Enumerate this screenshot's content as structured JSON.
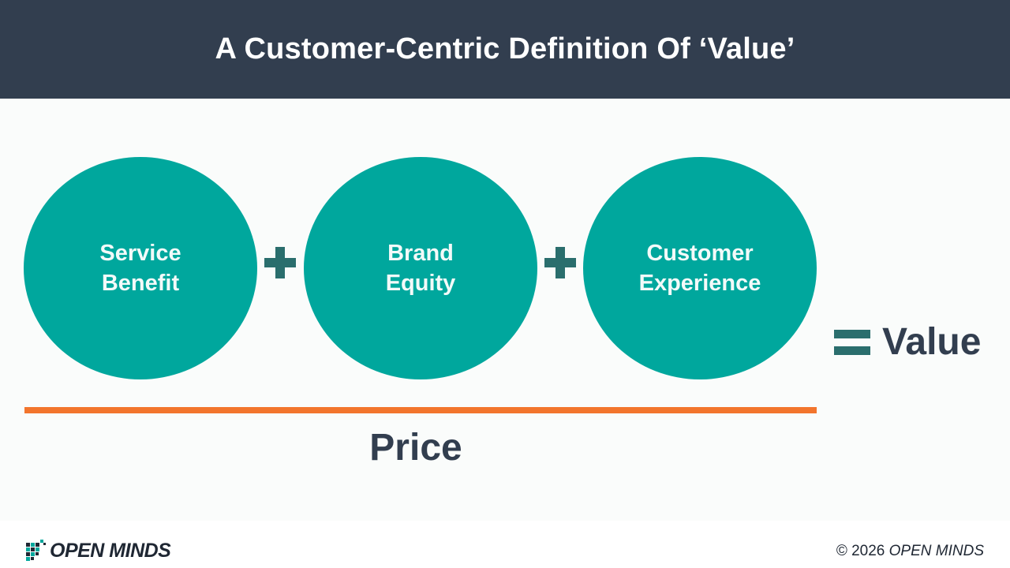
{
  "slide": {
    "title": "A Customer-Centric Definition Of ‘Value’"
  },
  "equation": {
    "terms": [
      {
        "label": "Service\nBenefit"
      },
      {
        "label": "Brand\nEquity"
      },
      {
        "label": "Customer\nExperience"
      }
    ],
    "operators": [
      "plus-icon",
      "plus-icon",
      "equals-icon"
    ],
    "result": "Value",
    "denominator": "Price"
  },
  "footer": {
    "logo_text": "OPEN MINDS",
    "copyright_prefix": "© 2026 ",
    "copyright_brand": "OPEN MINDS"
  },
  "colors": {
    "header_bg": "#323e4f",
    "circle_fill": "#00a79d",
    "operator": "#2a6e6d",
    "fraction_line": "#f2752d",
    "dark_text": "#323e4f"
  }
}
